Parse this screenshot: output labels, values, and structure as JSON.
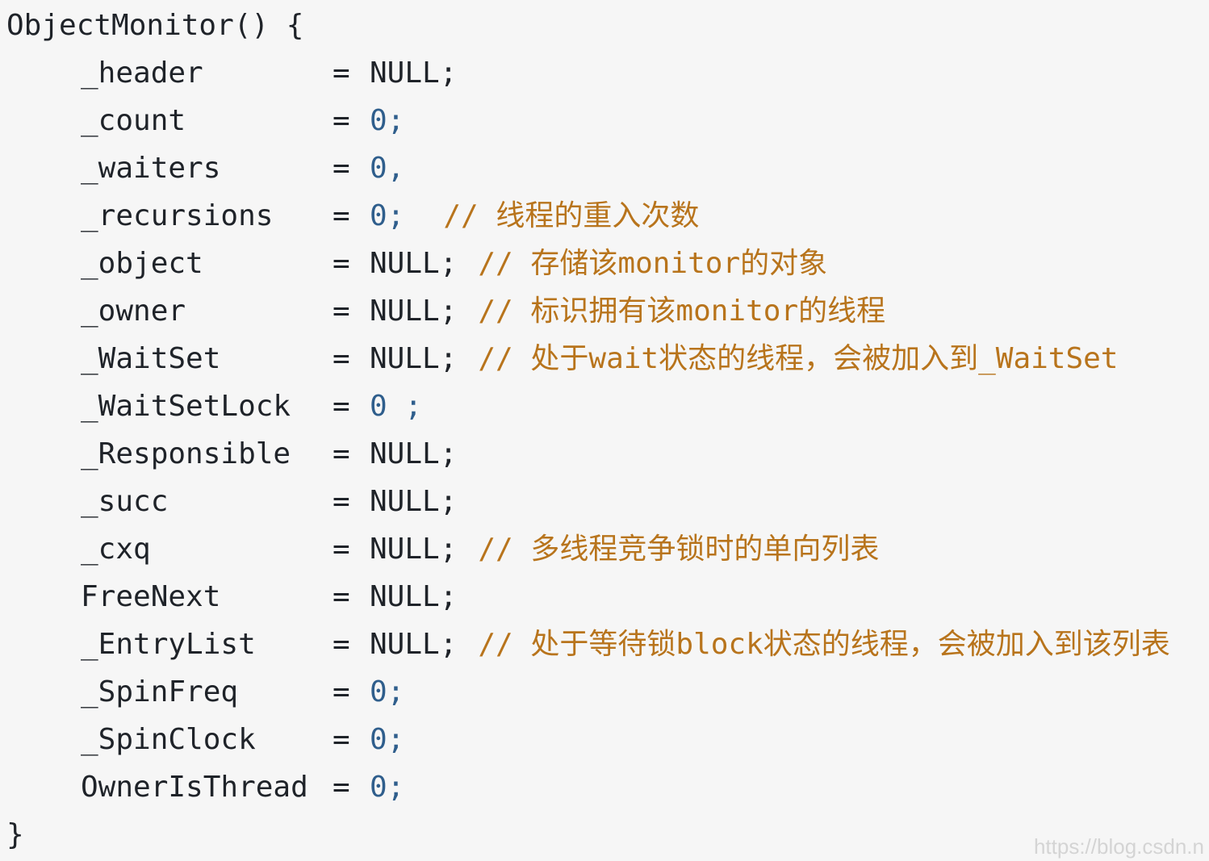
{
  "header": "ObjectMonitor() {",
  "footer": "}",
  "fields": [
    {
      "name": "_header",
      "value": "NULL;",
      "comment": ""
    },
    {
      "name": "_count",
      "value": "0;",
      "comment": ""
    },
    {
      "name": "_waiters",
      "value": "0,",
      "comment": ""
    },
    {
      "name": "_recursions",
      "value": "0;",
      "comment": "// 线程的重入次数"
    },
    {
      "name": "_object",
      "value": "NULL;",
      "comment": "// 存储该monitor的对象"
    },
    {
      "name": "_owner",
      "value": "NULL;",
      "comment": "// 标识拥有该monitor的线程"
    },
    {
      "name": "_WaitSet",
      "value": "NULL;",
      "comment": "// 处于wait状态的线程，会被加入到_WaitSet"
    },
    {
      "name": "_WaitSetLock",
      "value": "0 ;",
      "comment": ""
    },
    {
      "name": "_Responsible",
      "value": "NULL;",
      "comment": ""
    },
    {
      "name": "_succ",
      "value": "NULL;",
      "comment": ""
    },
    {
      "name": "_cxq",
      "value": "NULL;",
      "comment": "// 多线程竞争锁时的单向列表"
    },
    {
      "name": "FreeNext",
      "value": "NULL;",
      "comment": ""
    },
    {
      "name": "_EntryList",
      "value": "NULL;",
      "comment": "// 处于等待锁block状态的线程，会被加入到该列表"
    },
    {
      "name": "_SpinFreq",
      "value": "0;",
      "comment": ""
    },
    {
      "name": "_SpinClock",
      "value": "0;",
      "comment": ""
    },
    {
      "name": "OwnerIsThread",
      "value": "0;",
      "comment": ""
    }
  ],
  "equals": "=",
  "watermark": "https://blog.csdn.n",
  "colors": {
    "text": "#1f2329",
    "number": "#2f5e8c",
    "comment": "#b8741c",
    "background": "#f6f6f6"
  }
}
